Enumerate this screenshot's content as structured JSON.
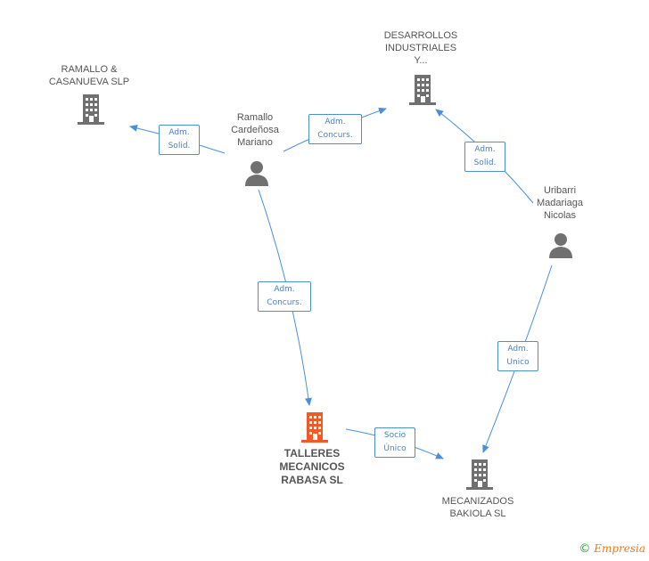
{
  "colors": {
    "edge": "#4a90d9",
    "company_icon": "#707070",
    "person_icon": "#707070",
    "focus_icon": "#f05a28"
  },
  "nodes": {
    "ramallo_casanueva": {
      "label": "RAMALLO &\nCASANUEVA SLP",
      "icon": "building-icon"
    },
    "desarrollos": {
      "label": "DESARROLLOS\nINDUSTRIALES\nY...",
      "icon": "building-icon"
    },
    "ramallo_person": {
      "label": "Ramallo\nCardeñosa\nMariano",
      "icon": "person-icon"
    },
    "uribarri": {
      "label": "Uribarri\nMadariaga\nNicolas",
      "icon": "person-icon"
    },
    "talleres": {
      "label": "TALLERES\nMECANICOS\nRABASA SL",
      "icon": "building-icon"
    },
    "mecanizados": {
      "label": "MECANIZADOS\nBAKIOLA SL",
      "icon": "building-icon"
    }
  },
  "edges": {
    "e1": "Adm.\nSolid.",
    "e2": "Adm.\nConcurs.",
    "e3": "Adm.\nSolid.",
    "e4": "Adm.\nConcurs.",
    "e5": "Adm.\nUnico",
    "e6": "Socio\nÚnico"
  },
  "footer": {
    "copyright": "©",
    "brand": "Empresia"
  }
}
